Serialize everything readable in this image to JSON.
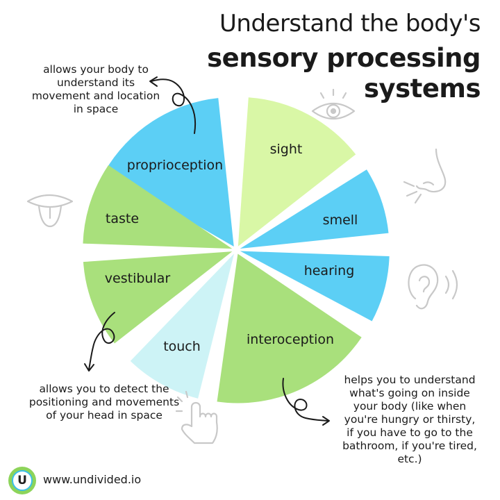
{
  "title": {
    "line1": "Understand the body's",
    "line2": "sensory processing systems"
  },
  "segments": [
    {
      "label": "proprioception",
      "color": "#5ccff5"
    },
    {
      "label": "sight",
      "color": "#d9f7a6"
    },
    {
      "label": "smell",
      "color": "#5ccff5"
    },
    {
      "label": "hearing",
      "color": "#5ccff5"
    },
    {
      "label": "interoception",
      "color": "#a9e07c"
    },
    {
      "label": "touch",
      "color": "#cdf3f6"
    },
    {
      "label": "vestibular",
      "color": "#a9e07c"
    },
    {
      "label": "taste",
      "color": "#a9e07c"
    }
  ],
  "notes": {
    "proprioception": "allows your body to understand its movement and location in space",
    "vestibular": "allows you to detect the positioning and movements of your head in space",
    "interoception": "helps you to understand what's going on inside your body (like when you're hungry or thirsty, if you have to go to the bathroom, if you're tired, etc.)"
  },
  "icons": [
    "eye-icon",
    "nose-icon",
    "ear-icon",
    "tongue-icon",
    "pointing-hand-icon"
  ],
  "footer": {
    "logo_letter": "U",
    "url": "www.undivided.io"
  }
}
